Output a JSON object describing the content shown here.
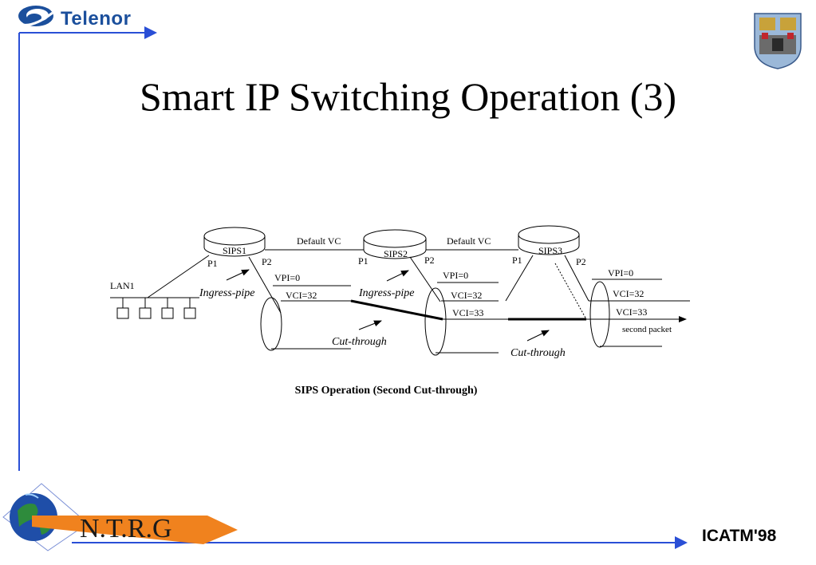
{
  "header": {
    "brand": "Telenor",
    "title": "Smart IP Switching Operation (3)"
  },
  "diagram": {
    "nodes": [
      "SIPS1",
      "SIPS2",
      "SIPS3"
    ],
    "lan_label": "LAN1",
    "links": [
      "Default VC",
      "Default VC"
    ],
    "ports": {
      "p1": "P1",
      "p2": "P2"
    },
    "pipe_labels": [
      "Ingress-pipe",
      "Ingress-pipe"
    ],
    "cut_through": [
      "Cut-through",
      "Cut-through"
    ],
    "vc_labels": {
      "sips1_vpi": "VPI=0",
      "sips1_vci": "VCI=32",
      "sips2_vpi": "VPI=0",
      "sips2_vci32": "VCI=32",
      "sips2_vci33": "VCI=33",
      "sips3_vpi": "VPI=0",
      "sips3_vci32": "VCI=32",
      "sips3_vci33": "VCI=33"
    },
    "second_packet": "second packet",
    "caption": "SIPS Operation (Second Cut-through)"
  },
  "footer": {
    "ntrg": "N.T.R.G",
    "conference": "ICATM'98"
  },
  "colors": {
    "frame_blue": "#2a4fd6",
    "telenor_blue": "#1b4f9c",
    "arrow_orange": "#f0821e"
  }
}
